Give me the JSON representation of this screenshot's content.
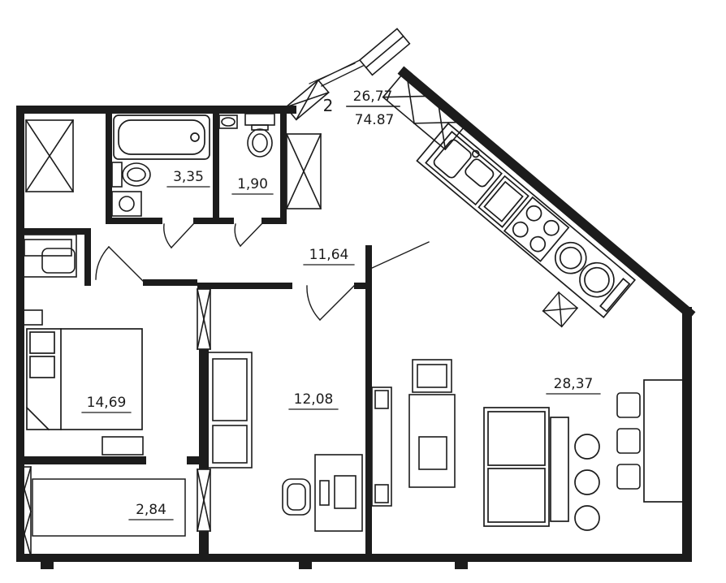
{
  "title_block": {
    "rooms_count": "2",
    "living_area": "26,77",
    "total_area": "74.87"
  },
  "room_labels": {
    "bathroom": "3,35",
    "wc": "1,90",
    "hallway": "11,64",
    "bedroom": "14,69",
    "room": "12,08",
    "loggia": "2,84",
    "living_kitchen": "28,37"
  },
  "colors": {
    "line": "#1c1c1c",
    "background": "#ffffff"
  }
}
